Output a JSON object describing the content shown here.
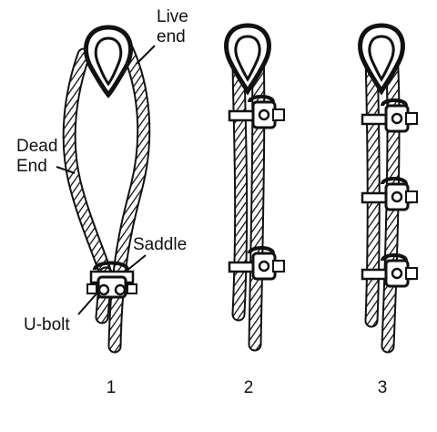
{
  "labels": {
    "live_end": [
      "Live",
      "end"
    ],
    "dead_end": [
      "Dead",
      "End"
    ],
    "saddle": "Saddle",
    "u_bolt": "U-bolt"
  },
  "steps": [
    "1",
    "2",
    "3"
  ],
  "colors": {
    "ink": "#111111",
    "background": "#ffffff"
  },
  "icons": [
    "thimble",
    "wire-rope",
    "u-bolt-clip"
  ]
}
